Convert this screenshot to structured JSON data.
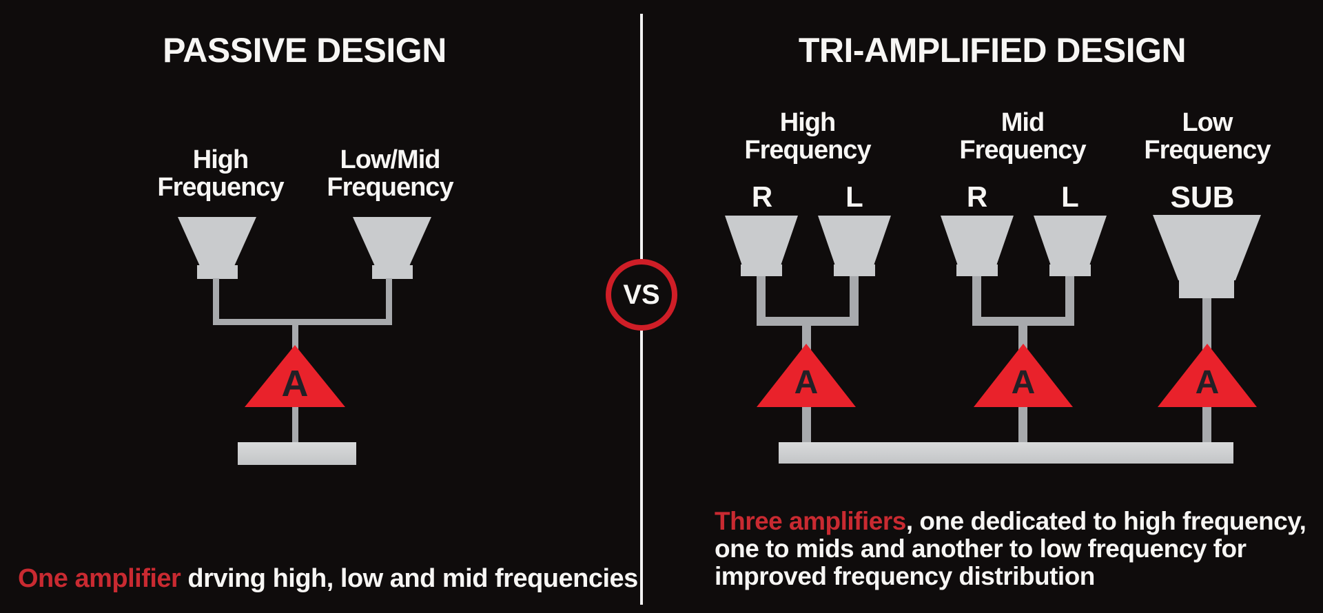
{
  "left_panel": {
    "title": "PASSIVE DESIGN",
    "speaker_labels": [
      {
        "line1": "High",
        "line2": "Frequency"
      },
      {
        "line1": "Low/Mid",
        "line2": "Frequency"
      }
    ],
    "amp_letter": "A",
    "caption": {
      "highlight": "One amplifier",
      "rest": " drving high, low and mid frequencies"
    }
  },
  "divider": {
    "vs_label": "VS"
  },
  "right_panel": {
    "title": "TRI-AMPLIFIED DESIGN",
    "groups": [
      {
        "line1": "High",
        "line2": "Frequency",
        "channels": [
          "R",
          "L"
        ]
      },
      {
        "line1": "Mid",
        "line2": "Frequency",
        "channels": [
          "R",
          "L"
        ]
      },
      {
        "line1": "Low",
        "line2": "Frequency",
        "channels": [
          "SUB"
        ]
      }
    ],
    "amp_letter": "A",
    "caption": {
      "highlight": "Three amplifiers",
      "line1_rest": ", one dedicated to high frequency,",
      "line2": "one to mids and another to low frequency for",
      "line3": "improved frequency distribution"
    }
  },
  "colors": {
    "background": "#0f0c0c",
    "amp_red": "#e9222b",
    "caption_red": "#c92a31",
    "speaker_gray": "#c9cbcd",
    "wire_gray": "#a8aaad",
    "bar_gray": "#ced0d2",
    "divider_white": "#f2f2f2",
    "amp_letter_dark": "#232026"
  }
}
